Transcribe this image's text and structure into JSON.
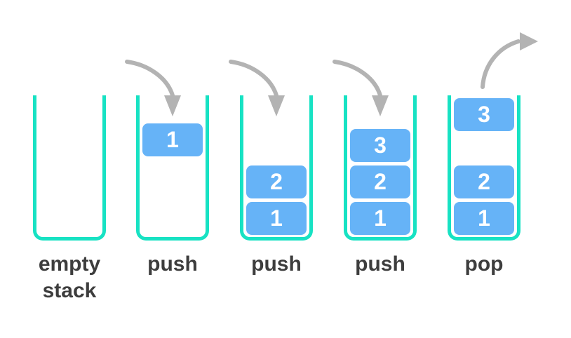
{
  "colors": {
    "background": "#ffffff",
    "container_outline": "#17e2c3",
    "block_fill": "#66b3f7",
    "block_text": "#ffffff",
    "label_text": "#3d3d3d",
    "arrow": "#b3b3b3"
  },
  "stages": [
    {
      "label": "empty\nstack",
      "arrow": "none",
      "blocks": []
    },
    {
      "label": "push",
      "arrow": "push",
      "blocks": [
        {
          "value": "1"
        }
      ]
    },
    {
      "label": "push",
      "arrow": "push",
      "blocks": [
        {
          "value": "2"
        },
        {
          "value": "1"
        }
      ]
    },
    {
      "label": "push",
      "arrow": "push",
      "blocks": [
        {
          "value": "3"
        },
        {
          "value": "2"
        },
        {
          "value": "1"
        }
      ]
    },
    {
      "label": "pop",
      "arrow": "pop",
      "blocks": [
        {
          "value": "3"
        },
        {
          "value": "2"
        },
        {
          "value": "1"
        }
      ]
    }
  ]
}
